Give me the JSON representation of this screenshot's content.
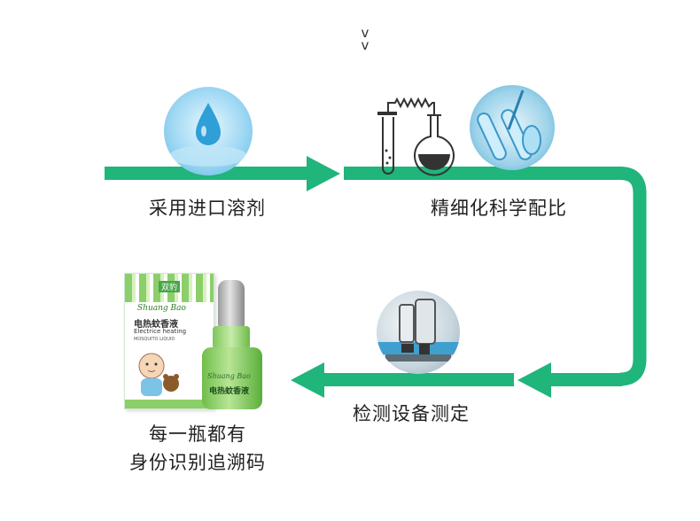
{
  "header": {
    "chevron_top": "v",
    "chevron_bottom": "v"
  },
  "steps": [
    {
      "label": "采用进口溶剂"
    },
    {
      "label": "精细化科学配比"
    },
    {
      "label": "检测设备测定"
    }
  ],
  "final": {
    "line1": "每一瓶都有",
    "line2": "身份识别追溯码"
  },
  "product": {
    "brand": "双豹",
    "box_title": "电热蚊香液",
    "box_subtitle": "Electrice heating",
    "box_small": "MOSQUITO LIQUID",
    "box_script": "Shuang Bao",
    "bottle_script": "Shuang Bao",
    "bottle_title": "电热蚊香液"
  },
  "colors": {
    "accent": "#1fb57b",
    "text": "#222222"
  }
}
